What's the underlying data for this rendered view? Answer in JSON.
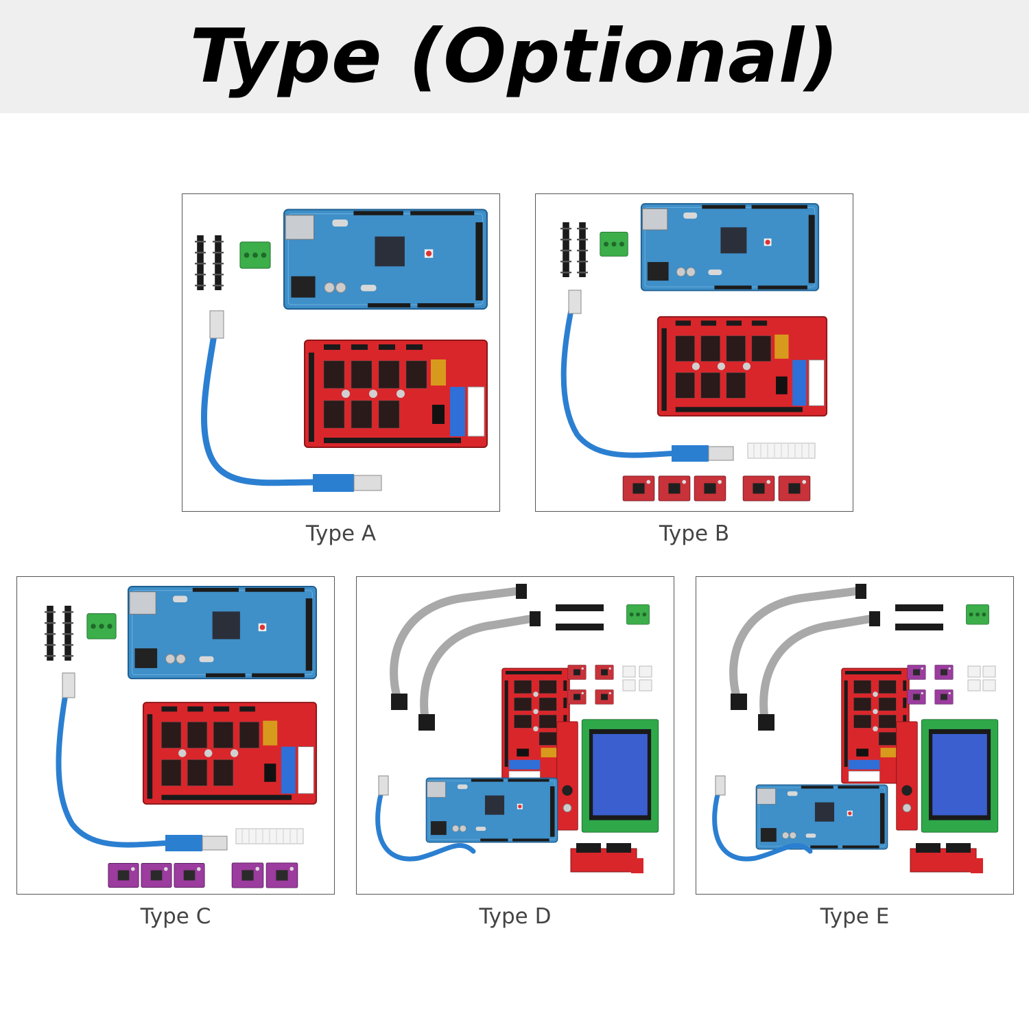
{
  "header": {
    "title": "Type (Optional)"
  },
  "options": [
    {
      "label": "Type A"
    },
    {
      "label": "Type B"
    },
    {
      "label": "Type C"
    },
    {
      "label": "Type D"
    },
    {
      "label": "Type E"
    }
  ],
  "colors": {
    "banner_bg": "#efefef",
    "mega_blue": "#3f8fc8",
    "ramps_red": "#d9262b",
    "terminal_green": "#3cae4a",
    "cable_blue": "#2b7fd1",
    "driver_red": "#c8323a",
    "driver_purple": "#9b3c9e",
    "lcd_green": "#2fa84a",
    "lcd_screen": "#3b5fcf"
  }
}
